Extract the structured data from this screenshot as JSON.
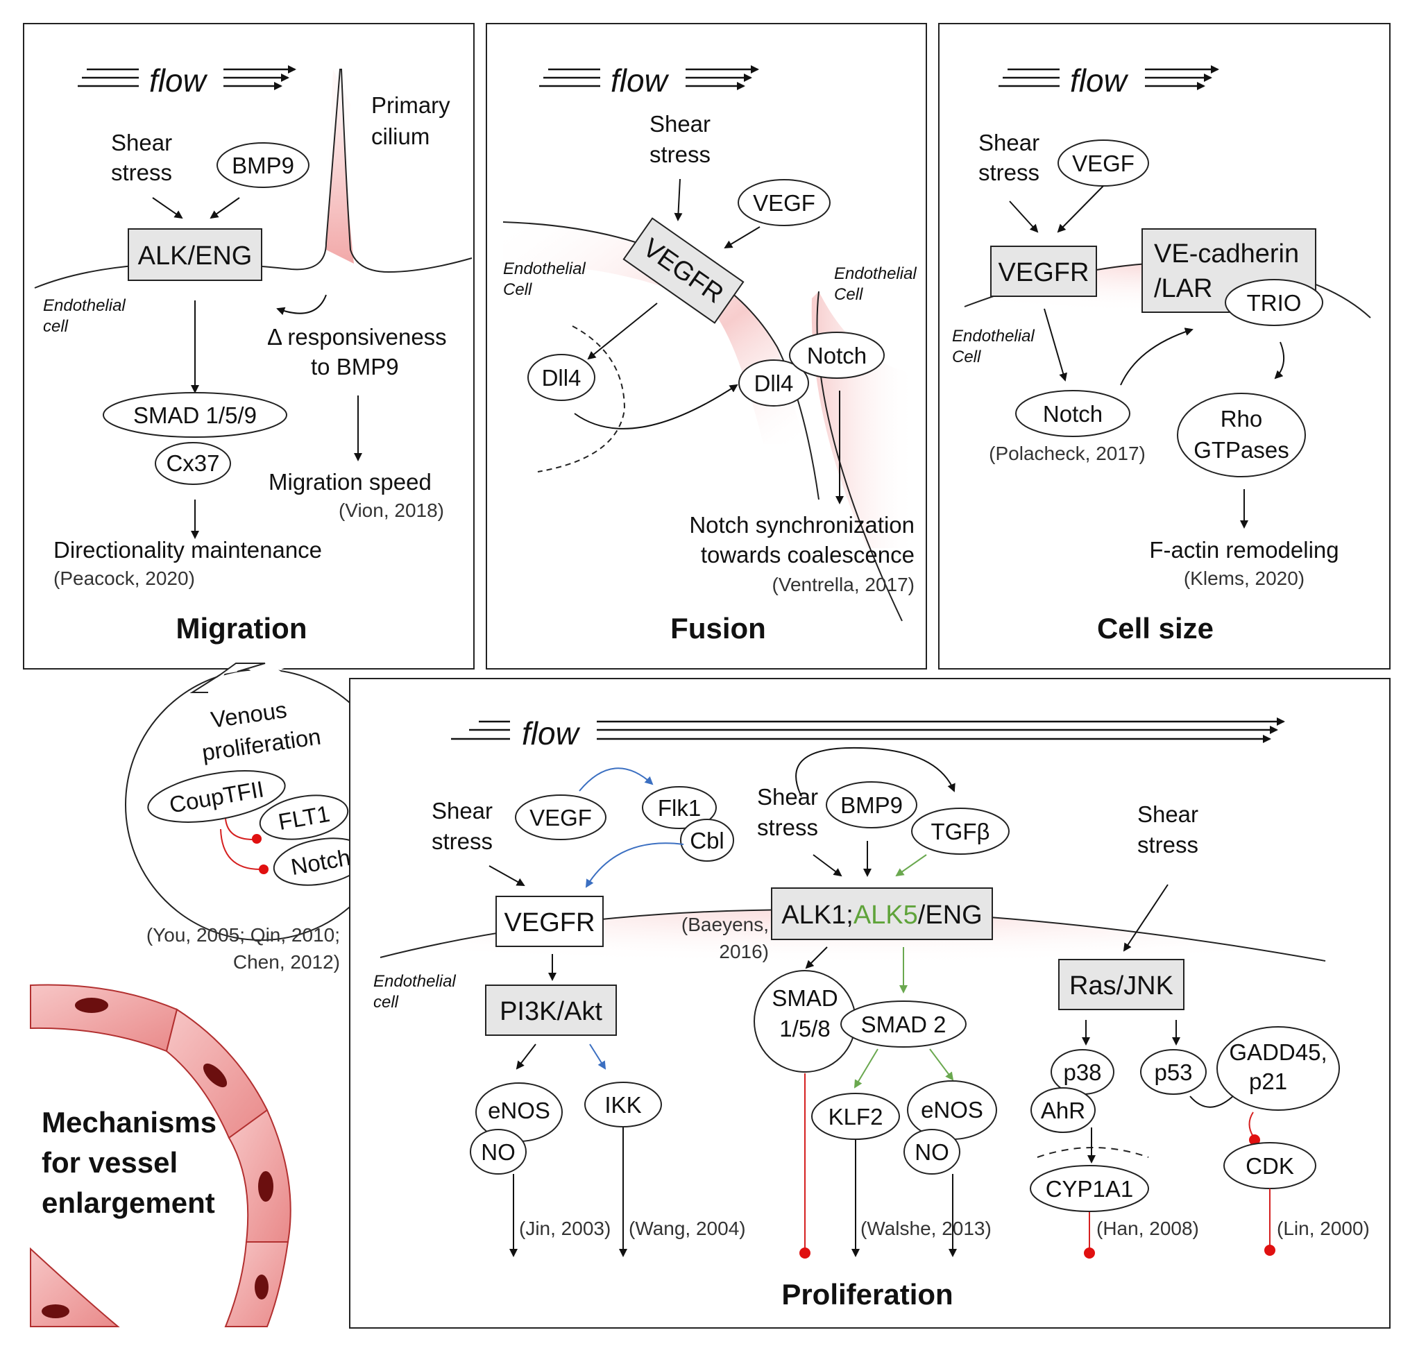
{
  "flow_label": "flow",
  "migration": {
    "title": "Migration",
    "shear_stress": [
      "Shear",
      "stress"
    ],
    "bmp9": "BMP9",
    "primary_cilium": [
      "Primary",
      "cilium"
    ],
    "alk_eng": "ALK/ENG",
    "cell_label": [
      "Endothelial",
      "cell"
    ],
    "responsiveness": [
      "Δ responsiveness",
      "to BMP9"
    ],
    "smad": "SMAD 1/5/9",
    "cx37": "Cx37",
    "migration_speed": "Migration speed",
    "vion": "(Vion, 2018)",
    "directionality": "Directionality maintenance",
    "peacock": "(Peacock, 2020)"
  },
  "fusion": {
    "title": "Fusion",
    "shear_stress": [
      "Shear",
      "stress"
    ],
    "vegf": "VEGF",
    "vegfr": "VEGFR",
    "cell_left": [
      "Endothelial",
      "Cell"
    ],
    "cell_right": [
      "Endothelial",
      "Cell"
    ],
    "dll4_left": "Dll4",
    "dll4_right": "Dll4",
    "notch": "Notch",
    "outcome": [
      "Notch synchronization",
      "towards coalescence"
    ],
    "ventrella": "(Ventrella, 2017)"
  },
  "cellsize": {
    "title": "Cell size",
    "shear_stress": [
      "Shear",
      "stress"
    ],
    "vegf": "VEGF",
    "vegfr": "VEGFR",
    "vecad": [
      "VE-cadherin",
      "/LAR"
    ],
    "trio": "TRIO",
    "cell_label": [
      "Endothelial",
      "Cell"
    ],
    "notch": "Notch",
    "polacheck": "(Polacheck, 2017)",
    "rho": [
      "Rho",
      "GTPases"
    ],
    "factin": "F-actin remodeling",
    "klems": "(Klems, 2020)"
  },
  "venous": {
    "title": [
      "Venous",
      "proliferation"
    ],
    "coup": "CoupTFII",
    "flt1": "FLT1",
    "notch": "Notch",
    "refs": [
      "(You, 2005; Qin, 2010;",
      "Chen, 2012)"
    ]
  },
  "mechanisms": [
    "Mechanisms",
    "for vessel",
    "enlargement"
  ],
  "proliferation": {
    "title": "Proliferation",
    "shear_left": [
      "Shear",
      "stress"
    ],
    "vegf": "VEGF",
    "flk1": "Flk1",
    "cbl": "Cbl",
    "vegfr": "VEGFR",
    "pi3k": "PI3K/Akt",
    "enos_left": "eNOS",
    "no_left": "NO",
    "ikk": "IKK",
    "jin": "(Jin, 2003)",
    "wang": "(Wang, 2004)",
    "cell_label": [
      "Endothelial",
      "cell"
    ],
    "shear_mid": [
      "Shear",
      "stress"
    ],
    "bmp9": "BMP9",
    "tgfb": "TGFβ",
    "alk_part1": "ALK1;",
    "alk_part2": "ALK5",
    "alk_part3": "/ENG",
    "baeyens": [
      "(Baeyens,",
      "2016)"
    ],
    "smad158": [
      "SMAD",
      "1/5/8"
    ],
    "smad2": "SMAD 2",
    "klf2": "KLF2",
    "enos_mid": "eNOS",
    "no_mid": "NO",
    "walshe": "(Walshe, 2013)",
    "shear_right": [
      "Shear",
      "stress"
    ],
    "rasjnk": "Ras/JNK",
    "p38": "p38",
    "ahr": "AhR",
    "cyp": "CYP1A1",
    "han": "(Han, 2008)",
    "p53": "p53",
    "gadd": [
      "GADD45,",
      "p21"
    ],
    "cdk": "CDK",
    "lin": "(Lin, 2000)"
  },
  "colors": {
    "alk5_green": "#5fa33a",
    "inhibit_red": "#d52020",
    "blue_arrow": "#3b6fc1",
    "membrane_pink": "#f3b9b9"
  }
}
